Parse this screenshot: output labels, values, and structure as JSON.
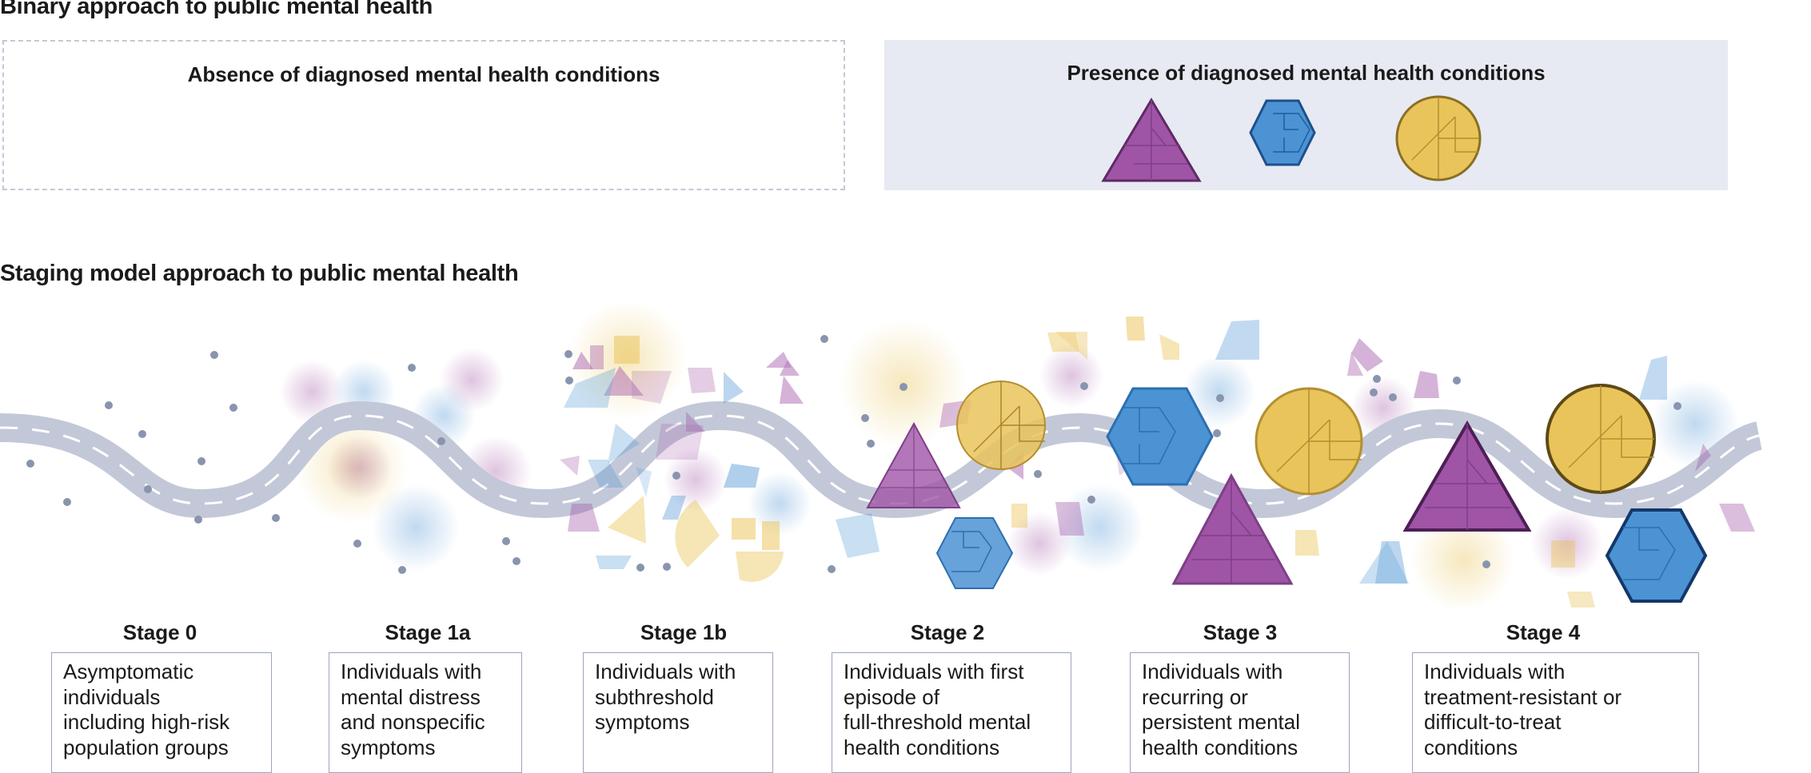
{
  "binary": {
    "title": "Binary approach to public mental health",
    "absence_label": "Absence of diagnosed mental health conditions",
    "presence_label": "Presence of diagnosed mental health conditions",
    "condition_icons": [
      "triangle-icon",
      "hexagon-icon",
      "circle-icon"
    ]
  },
  "staging": {
    "title": "Staging model approach to public mental health",
    "stages": [
      {
        "name": "Stage 0",
        "description": "Asymptomatic\nindividuals\nincluding high-risk\npopulation groups"
      },
      {
        "name": "Stage 1a",
        "description": "Individuals with\nmental distress\nand nonspecific\nsymptoms"
      },
      {
        "name": "Stage 1b",
        "description": "Individuals with\nsubthreshold\nsymptoms"
      },
      {
        "name": "Stage 2",
        "description": "Individuals with first\nepisode of\nfull-threshold mental\nhealth conditions"
      },
      {
        "name": "Stage 3",
        "description": "Individuals with\nrecurring or\npersistent mental\nhealth conditions"
      },
      {
        "name": "Stage 4",
        "description": "Individuals with\ntreatment-resistant or\ndifficult-to-treat\nconditions"
      }
    ]
  },
  "colors": {
    "purple": "#a054a6",
    "blue": "#4c93d4",
    "yellow": "#e9c45a",
    "road": "#c3c8d8",
    "dots": "#8994ae"
  }
}
